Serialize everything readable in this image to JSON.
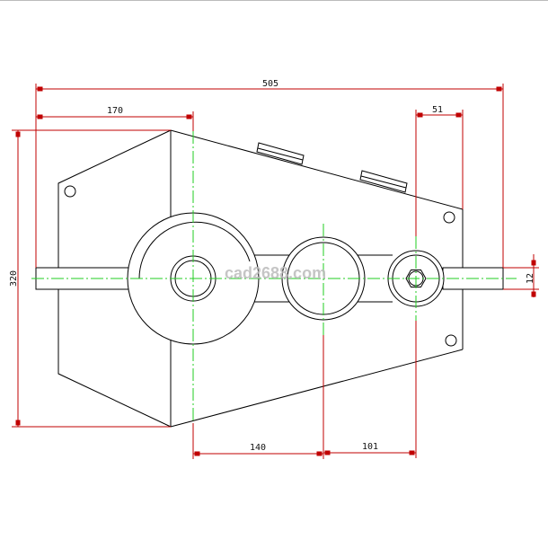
{
  "drawing": {
    "title": "Gearbox front view",
    "watermark": "cad2688.com",
    "colors": {
      "outline": "#000000",
      "dimension": "#c00000",
      "centerline": "#22cc22"
    },
    "dimensions": {
      "overall_length": "505",
      "left_to_input_shaft": "170",
      "output_offset": "51",
      "height": "320",
      "center_distance_1": "140",
      "center_distance_2": "101",
      "shaft_diameter": "12"
    }
  }
}
